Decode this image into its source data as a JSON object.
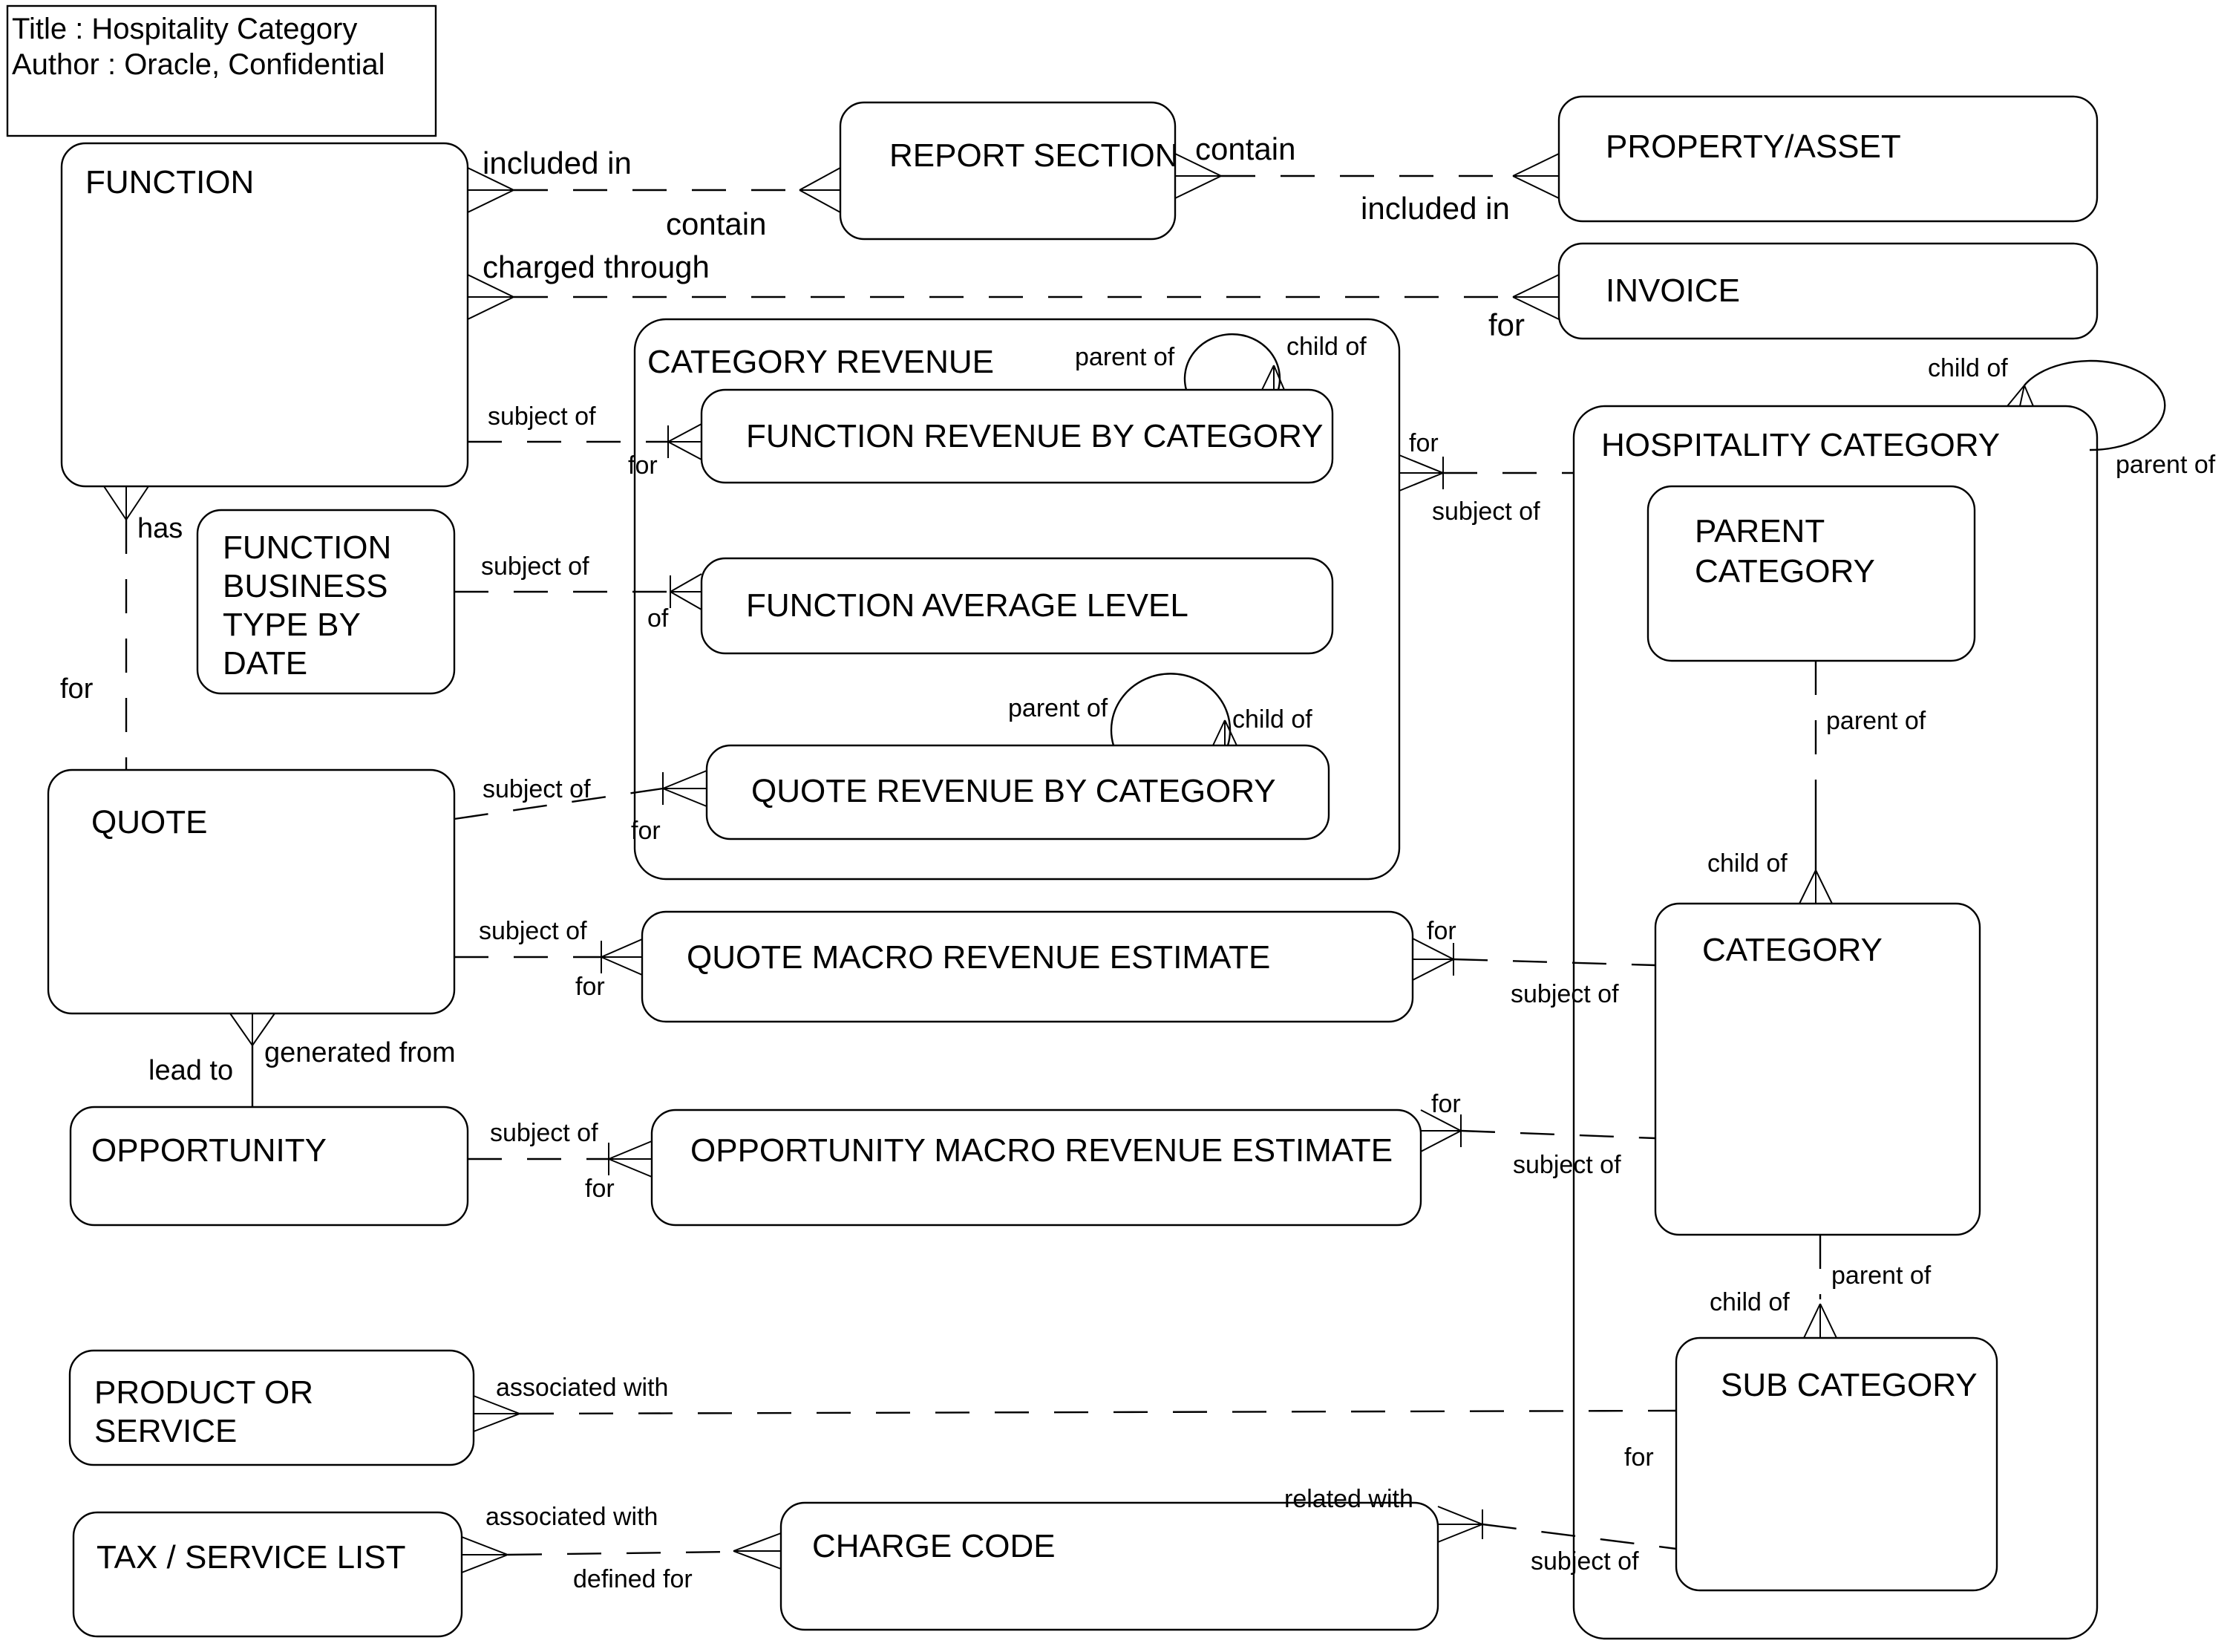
{
  "title_block": {
    "line1": "Title : Hospitality Category",
    "line2": "Author : Oracle, Confidential"
  },
  "entities": {
    "function": "FUNCTION",
    "report_section": "REPORT SECTION",
    "property_asset": "PROPERTY/ASSET",
    "invoice": "INVOICE",
    "category_revenue": "CATEGORY REVENUE",
    "function_revenue_by_category": "FUNCTION REVENUE BY CATEGORY",
    "function_average_level": "FUNCTION AVERAGE LEVEL",
    "quote_revenue_by_category": "QUOTE REVENUE BY CATEGORY",
    "hospitality_category": "HOSPITALITY CATEGORY",
    "parent_category_lines": [
      "PARENT",
      "CATEGORY"
    ],
    "category": "CATEGORY",
    "sub_category": "SUB CATEGORY",
    "function_business_type_by_date_lines": [
      "FUNCTION",
      "BUSINESS",
      "TYPE BY",
      "DATE"
    ],
    "quote": "QUOTE",
    "quote_macro_revenue_estimate": "QUOTE MACRO REVENUE ESTIMATE",
    "opportunity": "OPPORTUNITY",
    "opportunity_macro_revenue_estimate": "OPPORTUNITY MACRO REVENUE ESTIMATE",
    "product_or_service_lines": [
      "PRODUCT OR",
      "SERVICE"
    ],
    "tax_service_list": "TAX / SERVICE LIST",
    "charge_code": "CHARGE CODE"
  },
  "labels": {
    "fn_report_included_in": "included in",
    "fn_report_contain": "contain",
    "report_prop_contain": "contain",
    "report_prop_included_in": "included in",
    "fn_invoice_charged_through": "charged through",
    "fn_invoice_for": "for",
    "fn_frbc_subject_of": "subject of",
    "fn_frbc_for": "for",
    "frbc_loop_parent_of": "parent of",
    "frbc_loop_child_of": "child of",
    "frbc_hosp_for": "for",
    "frbc_hosp_subject_of": "subject of",
    "hosp_loop_child_of": "child of",
    "hosp_loop_parent_of": "parent of",
    "fn_quote_has": "has",
    "fn_quote_for": "for",
    "fbtd_fal_subject_of": "subject of",
    "fbtd_fal_of": "of",
    "quote_qrbc_subject_of": "subject of",
    "quote_qrbc_for": "for",
    "qrbc_loop_parent_of": "parent of",
    "qrbc_loop_child_of": "child of",
    "quote_qmre_subject_of": "subject of",
    "quote_qmre_for": "for",
    "qmre_cat_for": "for",
    "qmre_cat_subject_of": "subject of",
    "quote_opp_lead_to": "lead to",
    "quote_opp_generated_from": "generated from",
    "opp_omre_subject_of": "subject of",
    "opp_omre_for": "for",
    "omre_cat_for": "for",
    "omre_cat_subject_of": "subject of",
    "pc_cat_parent_of": "parent of",
    "pc_cat_child_of": "child of",
    "cat_sub_parent_of": "parent of",
    "cat_sub_child_of": "child of",
    "pos_sub_associated_with": "associated with",
    "pos_sub_for": "for",
    "tsl_cc_associated_with": "associated with",
    "tsl_cc_defined_for": "defined for",
    "cc_sub_related_with": "related with",
    "cc_sub_subject_of": "subject of"
  }
}
